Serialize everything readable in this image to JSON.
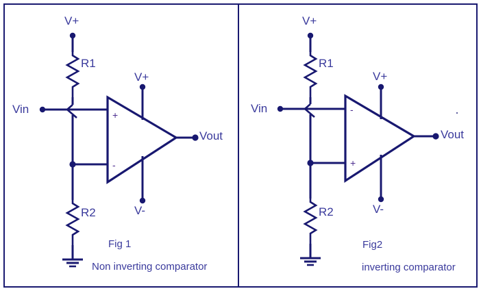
{
  "figure": {
    "title_alt": "Comparator circuits",
    "colors": {
      "wire": "#181870",
      "label_text": "#3a3a9c",
      "sign_text": "#4b2d8f",
      "frame": "#191970",
      "background": "#ffffff"
    }
  },
  "panels": [
    {
      "id": "fig1",
      "fig_label": "Fig 1",
      "caption": "Non inverting comparator",
      "labels": {
        "supply_top": "V+",
        "supply_opamp_pos": "V+",
        "supply_opamp_neg": "V-",
        "input": "Vin",
        "output": "Vout",
        "resistor_top": "R1",
        "resistor_bottom": "R2",
        "opamp_input_top_sign": "+",
        "opamp_input_bottom_sign": "-"
      }
    },
    {
      "id": "fig2",
      "fig_label": "Fig2",
      "caption": "inverting comparator",
      "labels": {
        "supply_top": "V+",
        "supply_opamp_pos": "V+",
        "supply_opamp_neg": "V-",
        "input": "Vin",
        "output": "Vout",
        "resistor_top": "R1",
        "resistor_bottom": "R2",
        "opamp_input_top_sign": "-",
        "opamp_input_bottom_sign": "+"
      }
    }
  ]
}
